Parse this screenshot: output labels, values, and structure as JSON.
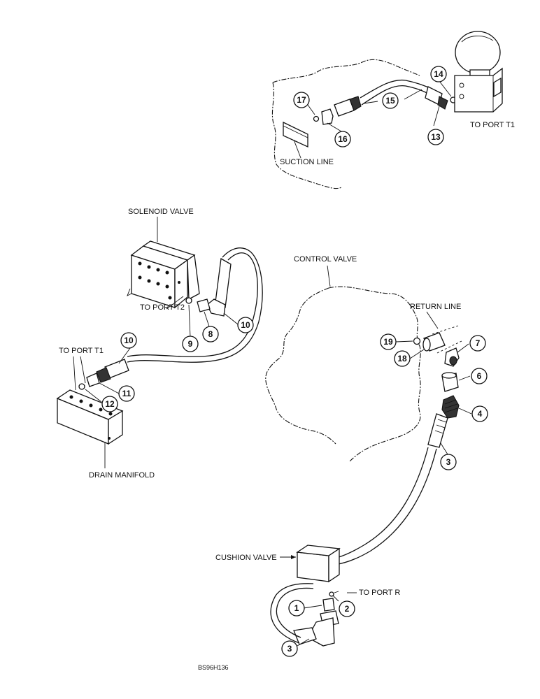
{
  "labels": {
    "suction_line": "SUCTION LINE",
    "to_port_t1_top": "TO PORT T1",
    "solenoid_valve": "SOLENOID VALVE",
    "to_port_t2": "TO PORT T2",
    "to_port_t1_left": "TO PORT T1",
    "drain_manifold": "DRAIN MANIFOLD",
    "control_valve": "CONTROL VALVE",
    "return_line": "RETURN LINE",
    "cushion_valve": "CUSHION VALVE",
    "to_port_r": "TO PORT R",
    "figure_code": "BS96H136"
  },
  "callouts": {
    "c13": "13",
    "c14": "14",
    "c15": "15",
    "c16": "16",
    "c17": "17",
    "c8": "8",
    "c9": "9",
    "c10a": "10",
    "c10b": "10",
    "c11": "11",
    "c12": "12",
    "c18": "18",
    "c19": "19",
    "c7": "7",
    "c6": "6",
    "c4": "4",
    "c3a": "3",
    "c1": "1",
    "c2": "2",
    "c3b": "3"
  }
}
